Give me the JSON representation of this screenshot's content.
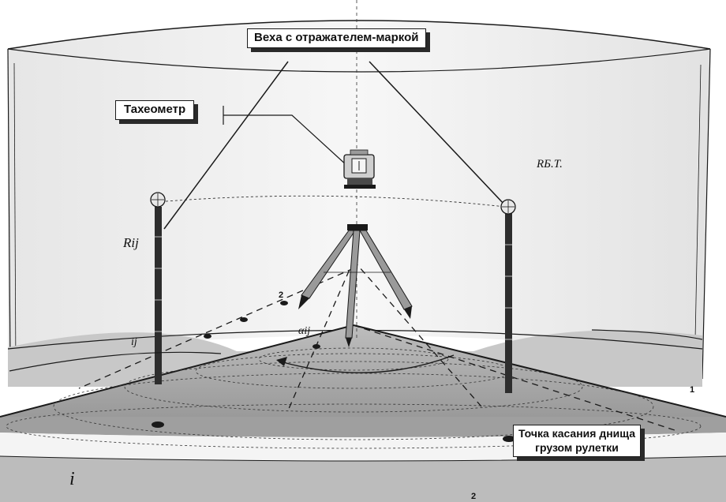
{
  "callouts": {
    "pole": "Веха с отражателем-маркой",
    "total_station": "Тахеометр",
    "touch_point_line1": "Точка касания днища",
    "touch_point_line2": "грузом рулетки"
  },
  "labels": {
    "radius_ij": "Rij",
    "radius_bt": "RБ.Т.",
    "ij": "ij",
    "alpha": "αij",
    "i": "i",
    "num_2_top": "2",
    "num_1": "1",
    "num_2_bottom": "2"
  },
  "colors": {
    "line": "#1a1a1a",
    "wall_fill": "#f2f2f2",
    "floor_fill": "#b8b8b8",
    "floor_light": "#dcdcdc",
    "pole_color": "#2d2d2d"
  }
}
